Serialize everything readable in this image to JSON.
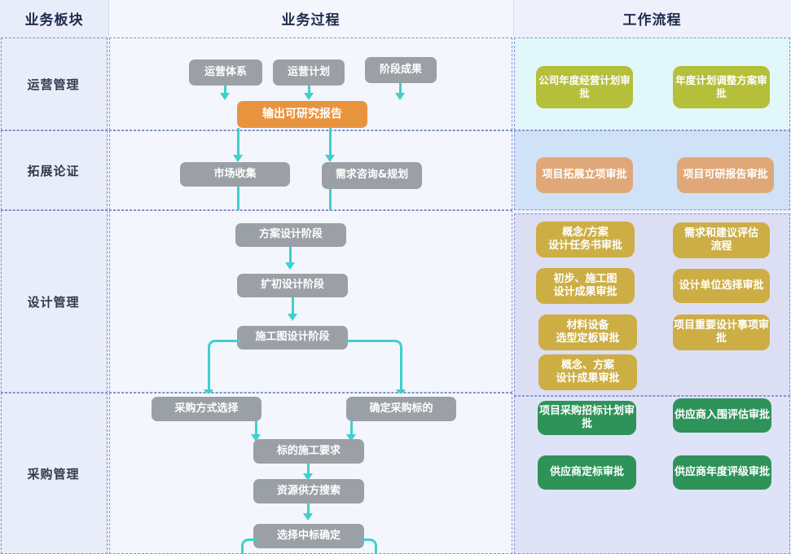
{
  "header": {
    "col1": "业务板块",
    "col2": "业务过程",
    "col3": "工作流程"
  },
  "rows": [
    {
      "label": "运营管理",
      "process_nodes": [
        {
          "text": "运营体系"
        },
        {
          "text": "运营计划"
        },
        {
          "text": "阶段成果"
        },
        {
          "text": "输出可研究报告"
        }
      ],
      "workflow_nodes": [
        {
          "text": "公司年度经营计划审批"
        },
        {
          "text": "年度计划调整方案审批"
        }
      ]
    },
    {
      "label": "拓展论证",
      "process_nodes": [
        {
          "text": "市场收集"
        },
        {
          "text": "需求咨询&规划"
        }
      ],
      "workflow_nodes": [
        {
          "text": "项目拓展立项审批"
        },
        {
          "text": "项目可研报告审批"
        }
      ]
    },
    {
      "label": "设计管理",
      "process_nodes": [
        {
          "text": "方案设计阶段"
        },
        {
          "text": "扩初设计阶段"
        },
        {
          "text": "施工图设计阶段"
        }
      ],
      "workflow_nodes": [
        {
          "text": "概念/方案\n设计任务书审批"
        },
        {
          "text": "需求和建议评估\n流程"
        },
        {
          "text": "初步、施工图\n设计成果审批"
        },
        {
          "text": "设计单位选择审批"
        },
        {
          "text": "材料设备\n选型定板审批"
        },
        {
          "text": "项目重要设计事项审批"
        },
        {
          "text": "概念、方案\n设计成果审批"
        }
      ]
    },
    {
      "label": "采购管理",
      "process_nodes": [
        {
          "text": "采购方式选择"
        },
        {
          "text": "确定采购标的"
        },
        {
          "text": "标的施工要求"
        },
        {
          "text": "资源供方搜索"
        },
        {
          "text": "选择中标确定"
        }
      ],
      "workflow_nodes": [
        {
          "text": "项目采购招标计划审批"
        },
        {
          "text": "供应商入围评估审批"
        },
        {
          "text": "供应商定标审批"
        },
        {
          "text": "供应商年度评级审批"
        }
      ]
    }
  ],
  "colors": {
    "process_node": "#9ba0a6",
    "output_node": "#e8943f",
    "workflow_operations": "#b5bf3a",
    "workflow_expansion": "#e0a878",
    "workflow_design": "#ccae45",
    "workflow_procurement": "#2e9358",
    "connector": "#3fd0cc",
    "band_border": "#7f8fd4"
  }
}
